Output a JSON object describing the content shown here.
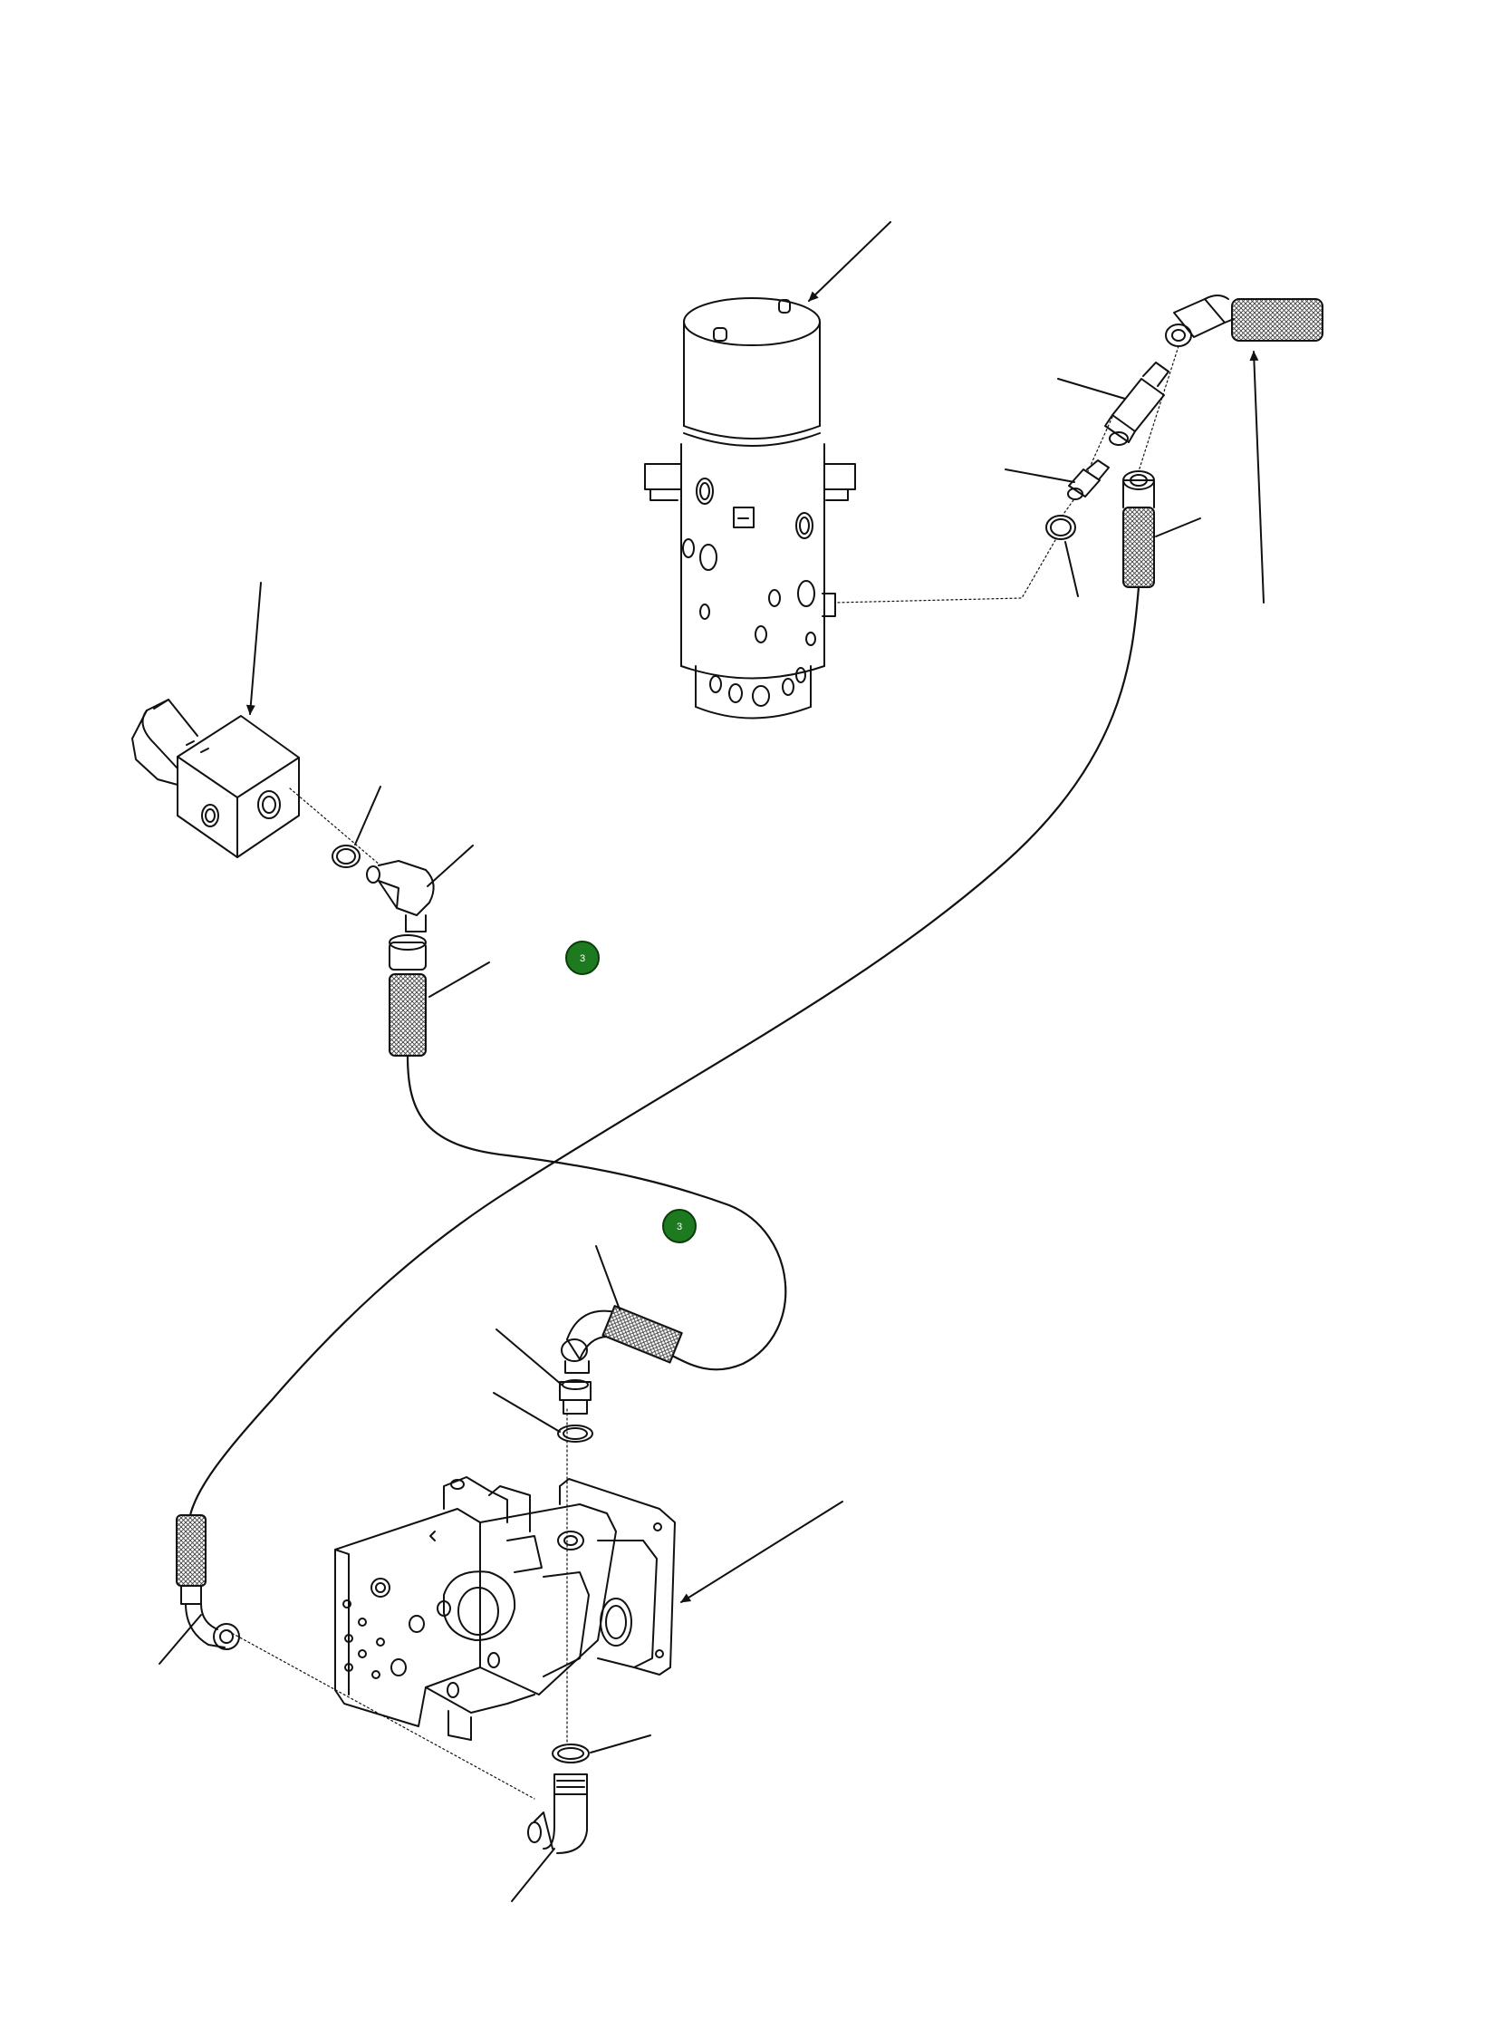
{
  "diagram": {
    "kind": "hydraulic-hose-routing-illustration",
    "components": [
      {
        "id": "swivel-manifold",
        "label": ""
      },
      {
        "id": "control-valve-block",
        "label": ""
      },
      {
        "id": "hydraulic-pump",
        "label": ""
      },
      {
        "id": "hose-a",
        "label": ""
      },
      {
        "id": "hose-b",
        "label": ""
      }
    ],
    "callouts": [
      {
        "id": "callout-1",
        "text": "3",
        "color": "#1e7a1e"
      },
      {
        "id": "callout-2",
        "text": "3",
        "color": "#1e7a1e"
      }
    ],
    "colors": {
      "line": "#111111",
      "hatch": "#555555",
      "callout_fill": "#1e7a1e",
      "callout_ring": "#0b3d0b"
    }
  }
}
